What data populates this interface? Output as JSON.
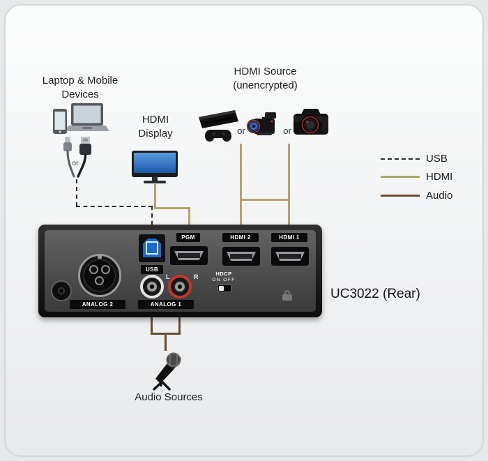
{
  "labels": {
    "laptop_mobile": "Laptop & Mobile\nDevices",
    "hdmi_display": "HDMI\nDisplay",
    "hdmi_source": "HDMI Source\n(unencrypted)",
    "audio_sources": "Audio Sources",
    "or": "or"
  },
  "legend": {
    "items": [
      {
        "label": "USB",
        "line_style": "dashed",
        "color": "#2b2b2b"
      },
      {
        "label": "HDMI",
        "line_style": "solid",
        "color": "#b5a269"
      },
      {
        "label": "Audio",
        "line_style": "solid",
        "color": "#6b4c2e"
      }
    ]
  },
  "device": {
    "model": "UC3022 (Rear)",
    "ports": {
      "usb": "USB",
      "pgm": "PGM",
      "hdmi2": "HDMI 2",
      "hdmi1": "HDMI 1",
      "analog2": "ANALOG 2",
      "analog1": "ANALOG 1",
      "left": "L",
      "right": "R",
      "hdcp": "HDCP",
      "hdcp_positions": "ON OFF"
    }
  },
  "colors": {
    "usb_line": "#2b2b2b",
    "hdmi_line": "#b5a269",
    "audio_line": "#6b4c2e",
    "usb_port_blue": "#1a6ad1",
    "rca_left_ring": "#e3e3e3",
    "rca_right_ring": "#c0392b",
    "monitor_screen": "#2f74c9"
  }
}
